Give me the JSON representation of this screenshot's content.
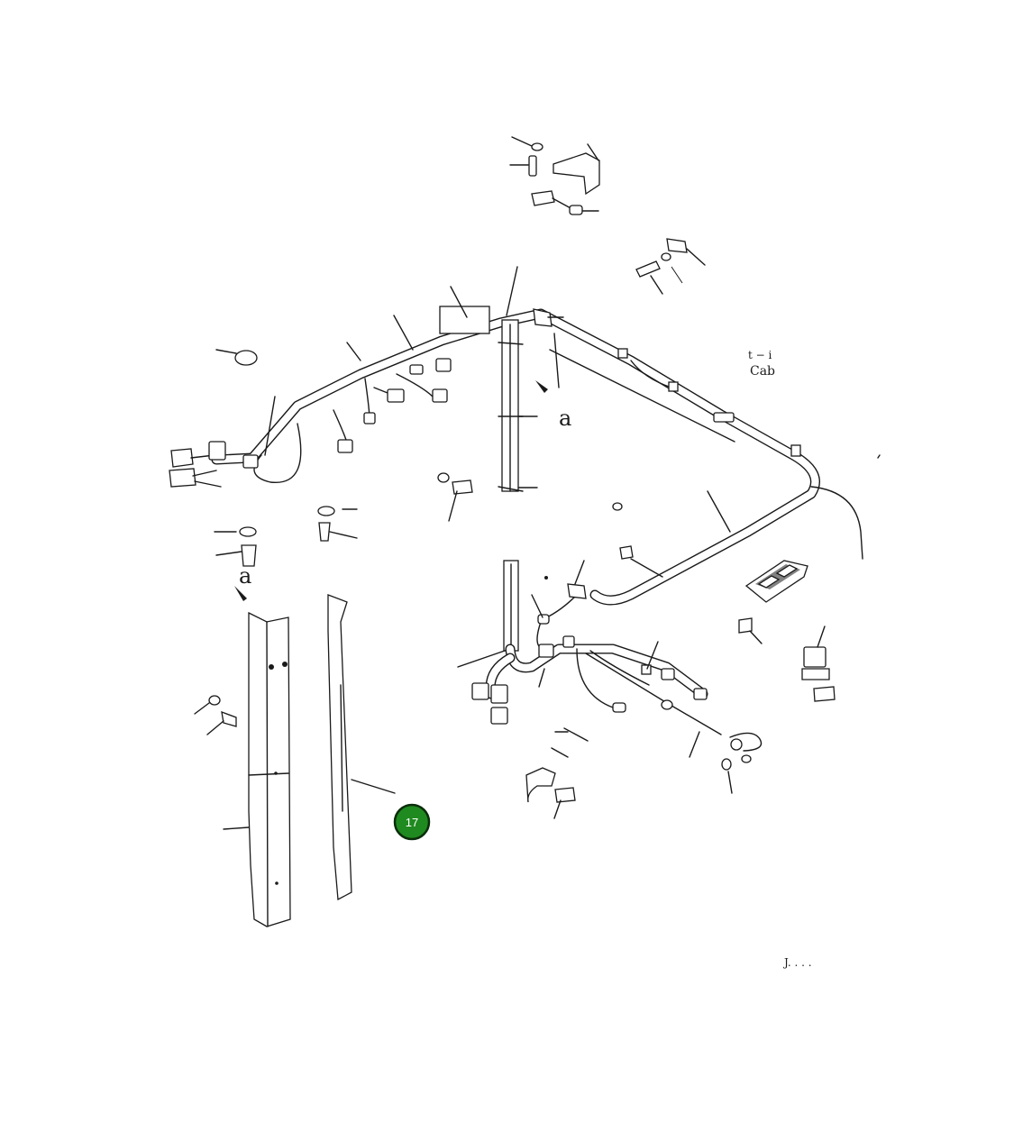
{
  "diagram": {
    "detail_marker_1": "a",
    "detail_marker_2": "a",
    "cab_label_line1": "t − i",
    "cab_label_line2": "Cab",
    "drawing_number": "J. . . ."
  },
  "hotspot": {
    "number": "17",
    "color": "#1f8a1f",
    "border_color": "#0b2d0b"
  }
}
